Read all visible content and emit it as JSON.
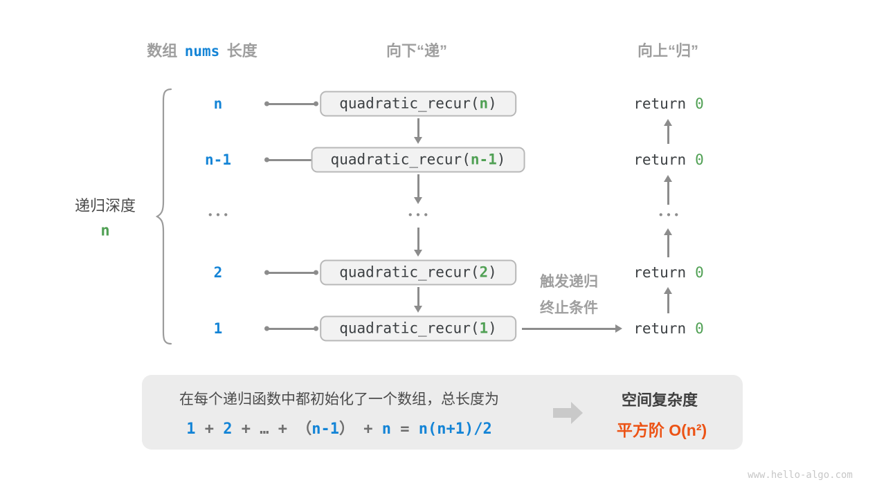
{
  "headers": {
    "left_a": "数组",
    "left_b": "nums",
    "left_c": "长度",
    "down": "向下“递”",
    "up": "向上“归”"
  },
  "depth": {
    "label": "递归深度",
    "value": "n"
  },
  "rows": [
    {
      "depth": "n",
      "pre": "quadratic_recur(",
      "arg": "n",
      "post": ")",
      "ret": "return",
      "ret_val": "0"
    },
    {
      "depth": "n-1",
      "pre": "quadratic_recur(",
      "arg": "n-1",
      "post": ")",
      "ret": "return",
      "ret_val": "0"
    },
    {
      "dots_left": "•••",
      "dots_mid": "•••",
      "dots_right": "•••"
    },
    {
      "depth": "2",
      "pre": "quadratic_recur(",
      "arg": "2",
      "post": ")",
      "ret": "return",
      "ret_val": "0"
    },
    {
      "depth": "1",
      "pre": "quadratic_recur(",
      "arg": "1",
      "post": ")",
      "ret": "return",
      "ret_val": "0"
    }
  ],
  "trigger": {
    "line1": "触发递归",
    "line2": "终止条件"
  },
  "panel": {
    "line1": "在每个递归函数中都初始化了一个数组，总长度为",
    "formula": [
      {
        "t": "1"
      },
      {
        "t": " + "
      },
      {
        "t": "2"
      },
      {
        "t": " + "
      },
      {
        "t": "…"
      },
      {
        "t": " + "
      },
      {
        "t": "（"
      },
      {
        "t": "n-1"
      },
      {
        "t": "）"
      },
      {
        "t": " + "
      },
      {
        "t": "n"
      },
      {
        "t": " = "
      },
      {
        "t": "n(n+1)/2"
      }
    ],
    "complexity_title": "空间复杂度",
    "complexity_value": "平方阶 O(n²)"
  },
  "watermark": "www.hello-algo.com",
  "colors": {
    "blue": "#1484d6",
    "green": "#50a054",
    "orange": "#ec5315",
    "arrow_gray": "#8c8c8c",
    "header_gray": "#9e9e9e",
    "box_bg": "#f2f2f2",
    "box_border": "#b8b8b8",
    "panel_bg": "#ececec"
  }
}
